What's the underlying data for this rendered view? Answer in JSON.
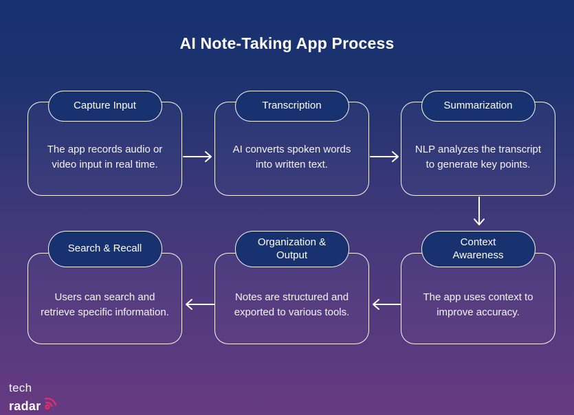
{
  "title": "AI Note-Taking App Process",
  "colors": {
    "background_top": "#17316f",
    "background_bottom": "#673a81",
    "box_border": "#ffffff",
    "text": "#ffffff",
    "brand_accent_pink": "#ee2a68"
  },
  "diagram": {
    "nodes": [
      {
        "id": "capture-input",
        "row": 1,
        "col": 1,
        "title": "Capture Input",
        "description": "The app records audio or video input in real time."
      },
      {
        "id": "transcription",
        "row": 1,
        "col": 2,
        "title": "Transcription",
        "description": "AI converts spoken words into written text."
      },
      {
        "id": "summarization",
        "row": 1,
        "col": 3,
        "title": "Summarization",
        "description": "NLP analyzes the transcript to generate key points."
      },
      {
        "id": "search-recall",
        "row": 2,
        "col": 1,
        "title": "Search & Recall",
        "description": "Users can search and retrieve specific information."
      },
      {
        "id": "organization-output",
        "row": 2,
        "col": 2,
        "title": "Organization & Output",
        "description": "Notes are structured and exported to various tools."
      },
      {
        "id": "context-awareness",
        "row": 2,
        "col": 3,
        "title": "Context Awareness",
        "description": "The app uses context to improve accuracy."
      }
    ],
    "edges": [
      {
        "from": "capture-input",
        "to": "transcription",
        "direction": "right"
      },
      {
        "from": "transcription",
        "to": "summarization",
        "direction": "right"
      },
      {
        "from": "summarization",
        "to": "context-awareness",
        "direction": "down"
      },
      {
        "from": "context-awareness",
        "to": "organization-output",
        "direction": "left"
      },
      {
        "from": "organization-output",
        "to": "search-recall",
        "direction": "left"
      }
    ]
  },
  "brand": {
    "line1": "tech",
    "line2": "radar",
    "icon": "radar-signal-icon"
  }
}
